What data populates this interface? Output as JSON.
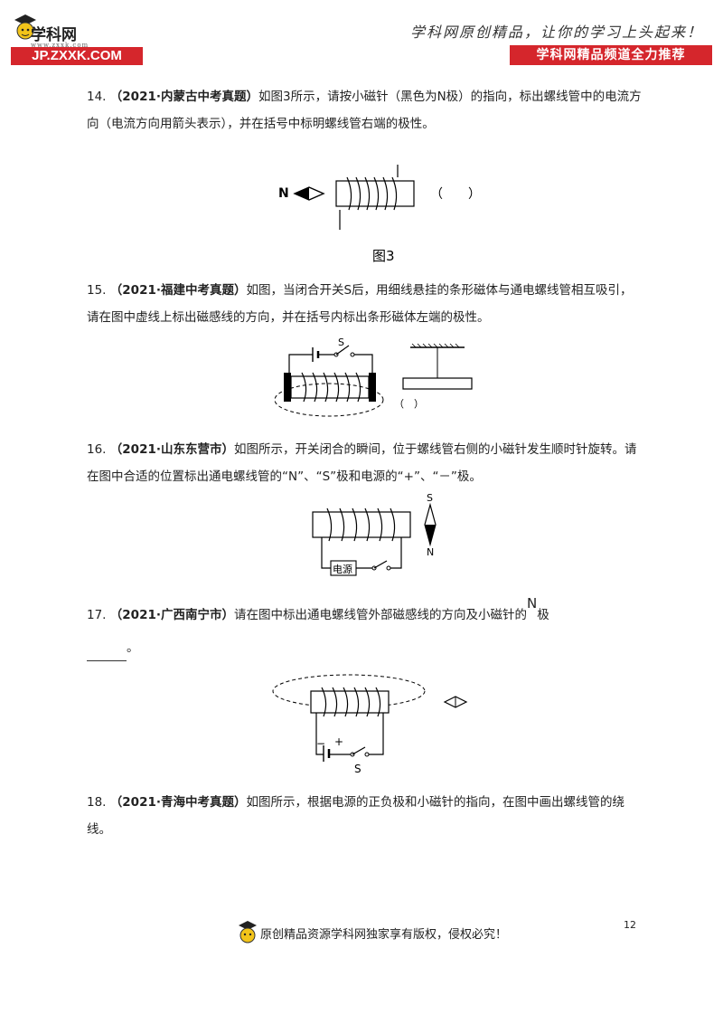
{
  "header": {
    "brand": "学科网",
    "brand_url": "www.zxxk.com",
    "logo_bar": "JP.ZXXK.COM",
    "slogan": "学科网原创精品，让你的学习上头起来！",
    "channel": "学科网精品频道全力推荐"
  },
  "questions": [
    {
      "num": "14.",
      "source": "（2021·内蒙古中考真题）",
      "text": "如图3所示，请按小磁针（黑色为N极）的指向，标出螺线管中的电流方向（电流方向用箭头表示），并在括号中标明螺线管右端的极性。"
    },
    {
      "num": "15.",
      "source": "（2021·福建中考真题）",
      "text": "如图，当闭合开关S后，用细线悬挂的条形磁体与通电螺线管相互吸引，请在图中虚线上标出磁感线的方向，并在括号内标出条形磁体左端的极性。"
    },
    {
      "num": "16.",
      "source": "（2021·山东东营市）",
      "text": "如图所示，开关闭合的瞬间，位于螺线管右侧的小磁针发生顺时针旋转。请在图中合适的位置标出通电螺线管的“N”、“S”极和电源的“+”、“－”极。"
    },
    {
      "num": "17.",
      "source": "（2021·广西南宁市）",
      "text": "请在图中标出通电螺线管外部磁感线的方向及小磁针的",
      "superscript": "N",
      "text_after": "极",
      "line2_end": "。"
    },
    {
      "num": "18.",
      "source": "（2021·青海中考真题）",
      "text": "如图所示，根据电源的正负极和小磁针的指向，在图中画出螺线管的绕线。"
    }
  ],
  "figures": {
    "fig3": {
      "needle_label": "N",
      "bracket": "（　　）",
      "caption": "图3"
    },
    "fig15": {
      "switch_label": "S",
      "bracket": "（　）"
    },
    "fig16": {
      "top_label": "S",
      "bottom_label": "N",
      "power_label": "电源"
    },
    "fig17": {
      "minus": "−",
      "plus": "+",
      "switch_label": "S"
    }
  },
  "footer": {
    "text": "原创精品资源学科网独家享有版权，侵权必究！",
    "page": "12"
  }
}
